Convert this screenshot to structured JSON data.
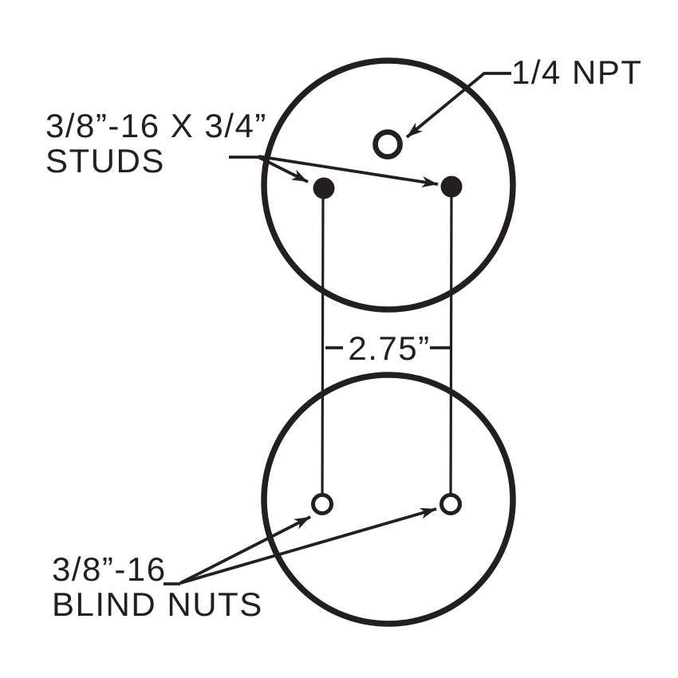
{
  "diagram": {
    "type": "technical-drawing",
    "background_color": "#ffffff",
    "ink_color": "#231f20",
    "labels": {
      "port": "1/4 NPT",
      "studs_line1": "3/8”-16 X 3/4”",
      "studs_line2": "STUDS",
      "dimension": "2.75”",
      "blind_nuts_line1": "3/8”-16",
      "blind_nuts_line2": "BLIND NUTS"
    }
  }
}
